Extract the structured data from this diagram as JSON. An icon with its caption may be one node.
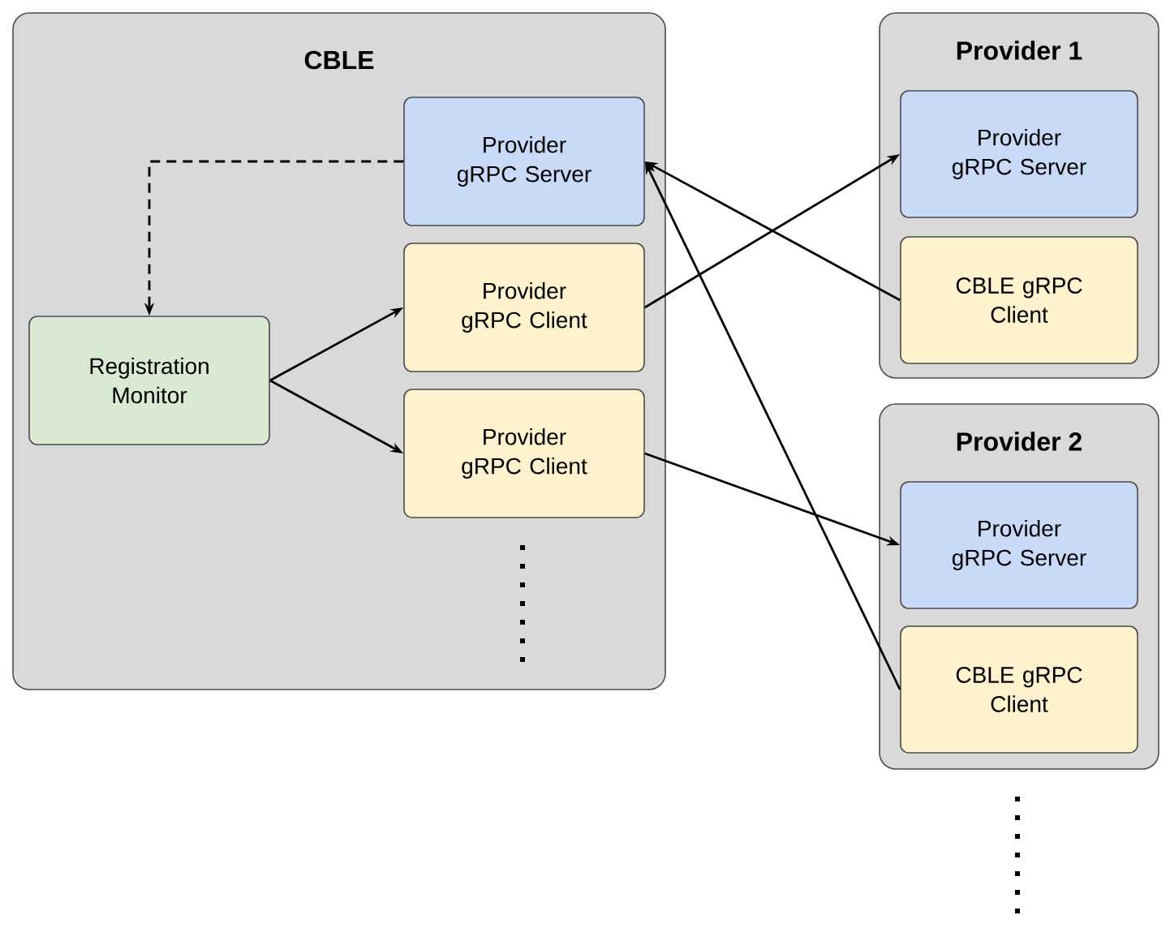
{
  "diagram": {
    "nodes": [
      {
        "text": [
          "CBLE"
        ]
      },
      {
        "text": [
          "Provider gRPC Server"
        ],
        "in": 0
      },
      {
        "text": [
          "Provider gRPC Client"
        ],
        "in": 0
      },
      {
        "text": [
          "Provider gRPC Client"
        ],
        "in": 0
      },
      {
        "text": [
          "Registration Monitor"
        ],
        "in": 0
      },
      {
        "text": [
          "Provider 1"
        ]
      },
      {
        "text": [
          "Provider gRPC Server"
        ],
        "in": 5
      },
      {
        "text": [
          "CBLE gRPC Client"
        ],
        "in": 5
      },
      {
        "text": [
          "Provider 2"
        ]
      },
      {
        "text": [
          "Provider gRPC Server"
        ],
        "in": 8
      },
      {
        "text": [
          "CBLE gRPC Client"
        ],
        "in": 8
      }
    ],
    "edges": [
      {
        "from": 1,
        "to": 4,
        "arrow": "to",
        "style": "dashed"
      },
      {
        "from": 4,
        "to": 2,
        "arrow": "to"
      },
      {
        "from": 4,
        "to": 3,
        "arrow": "to"
      },
      {
        "from": 2,
        "to": 6,
        "arrow": "to"
      },
      {
        "from": 7,
        "to": 1,
        "arrow": "to"
      },
      {
        "from": 3,
        "to": 9,
        "arrow": "to"
      },
      {
        "from": 10,
        "to": 1,
        "arrow": "to"
      }
    ]
  }
}
